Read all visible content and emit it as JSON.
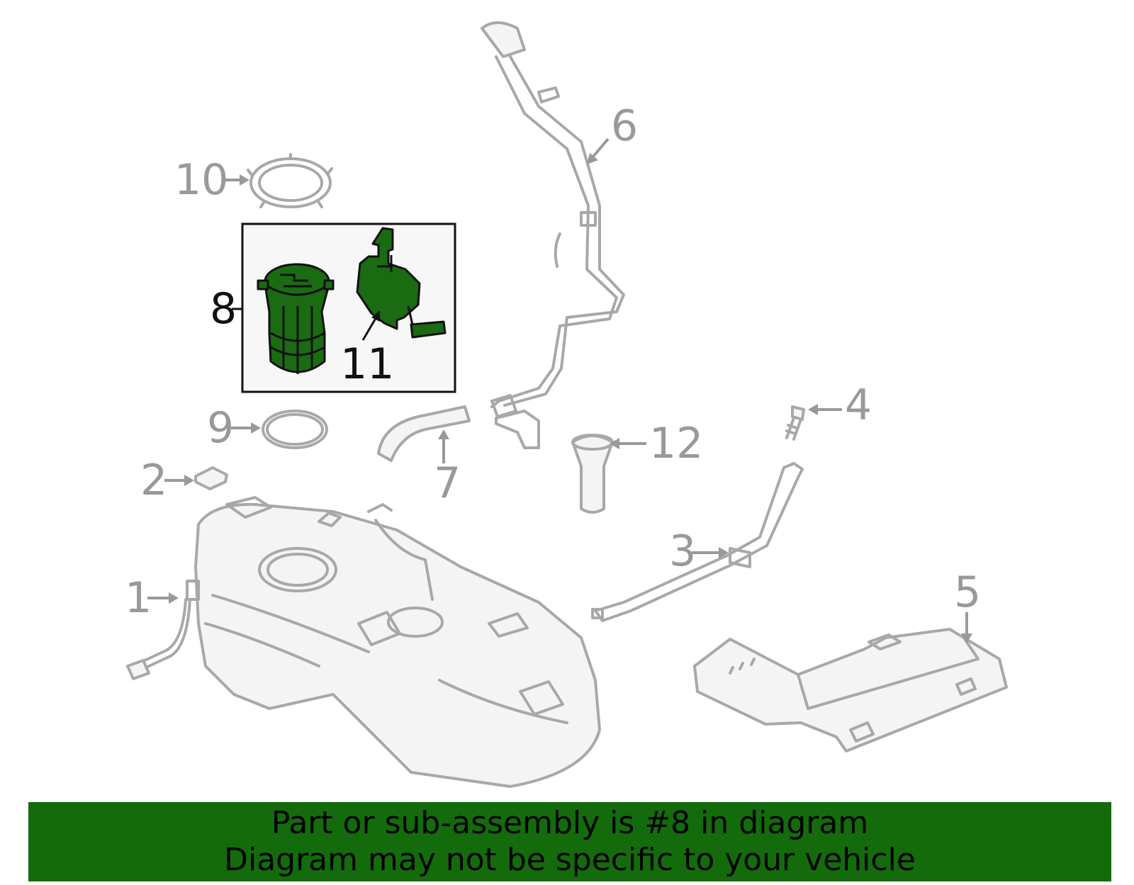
{
  "callouts": {
    "c1": "1",
    "c2": "2",
    "c3": "3",
    "c4": "4",
    "c5": "5",
    "c6": "6",
    "c7": "7",
    "c8": "8",
    "c9": "9",
    "c10": "10",
    "c11": "11",
    "c12": "12"
  },
  "colors": {
    "highlight_part": "#1a6b12",
    "callout_gray": "#999999",
    "banner_bg": "#146b0c"
  },
  "banner": {
    "line1": "Part or sub-assembly is #8 in diagram",
    "line2": "Diagram may not be specific to your vehicle"
  }
}
